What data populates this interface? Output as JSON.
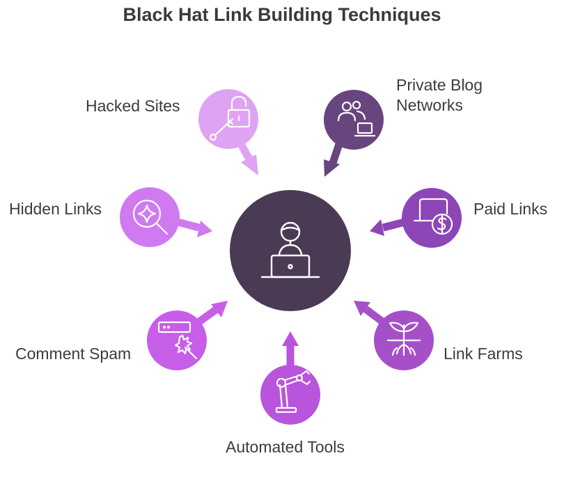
{
  "title": "Black Hat Link Building Techniques",
  "center": {
    "icon": "person-at-laptop-icon",
    "color": "#4b3a54"
  },
  "nodes": [
    {
      "id": "hacked-sites",
      "label": "Hacked Sites",
      "icon": "unlocked-padlock-with-key-icon",
      "color": "#dea3f3"
    },
    {
      "id": "private-blog-networks",
      "label_line1": "Private Blog",
      "label_line2": "Networks",
      "icon": "users-and-laptop-icon",
      "color": "#69457f"
    },
    {
      "id": "hidden-links",
      "label": "Hidden Links",
      "icon": "magnifier-sparkle-icon",
      "color": "#d07af0"
    },
    {
      "id": "paid-links",
      "label": "Paid Links",
      "icon": "laptop-dollar-icon",
      "color": "#8d46b5"
    },
    {
      "id": "comment-spam",
      "label": "Comment Spam",
      "icon": "comment-click-icon",
      "color": "#c65ee8"
    },
    {
      "id": "link-farms",
      "label": "Link Farms",
      "icon": "sprout-icon",
      "color": "#a650c8"
    },
    {
      "id": "automated-tools",
      "label": "Automated Tools",
      "icon": "robot-arm-icon",
      "color": "#b954dc"
    }
  ]
}
